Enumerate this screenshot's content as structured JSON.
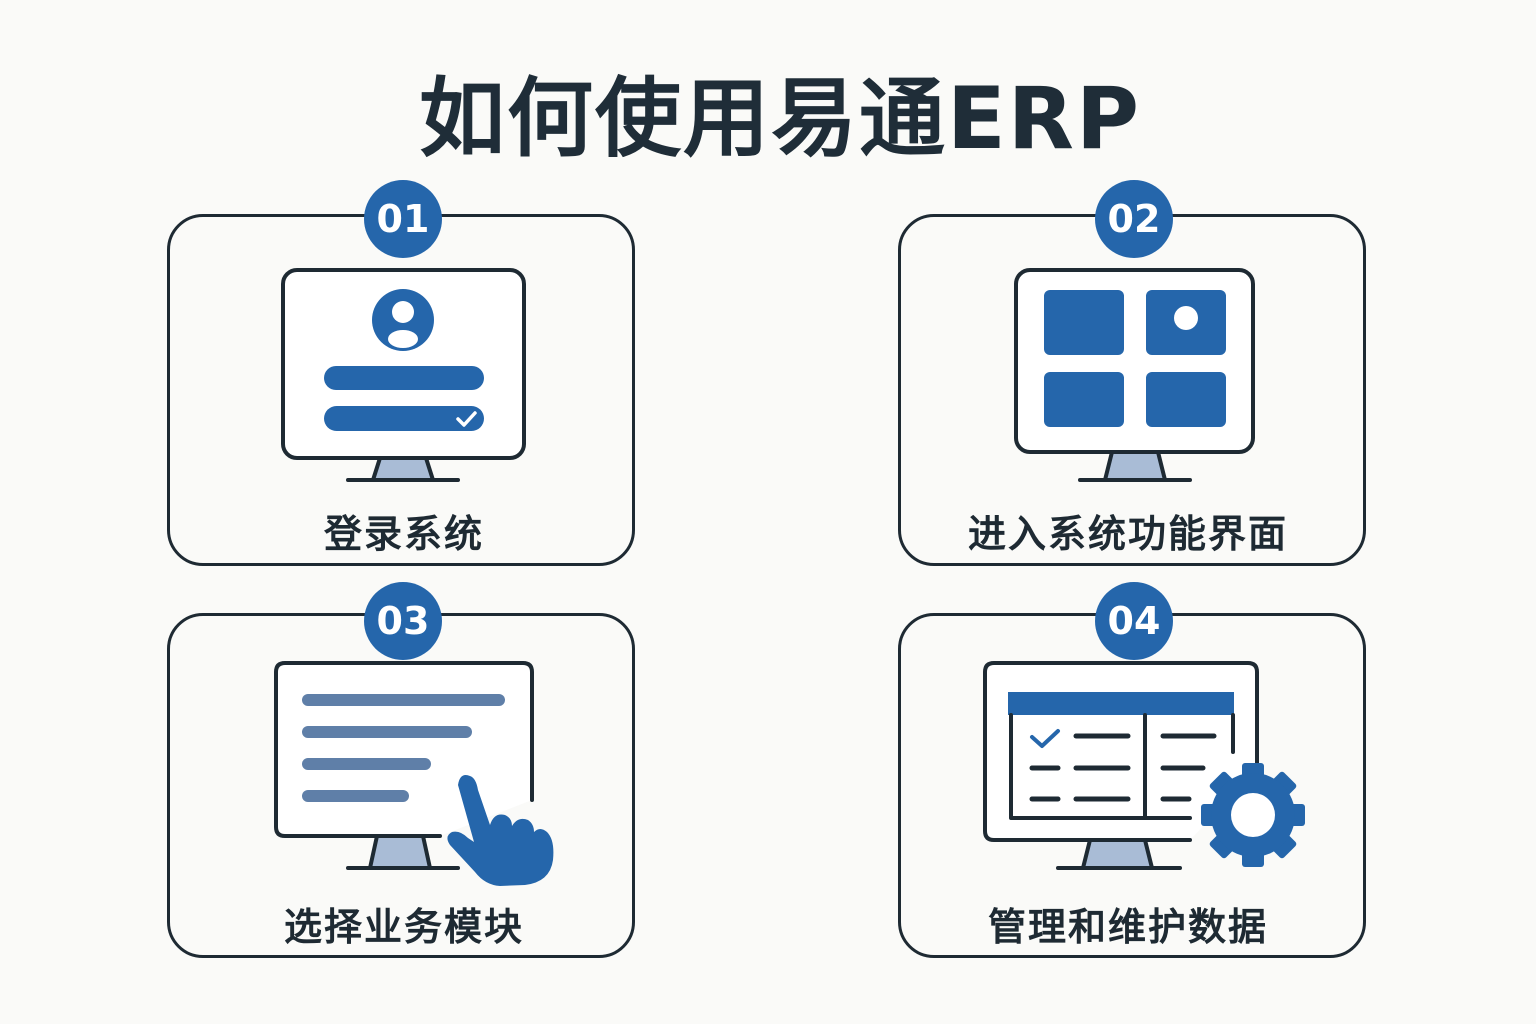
{
  "title": "如何使用易通ERP",
  "steps": [
    {
      "number": "01",
      "label": "登录系统",
      "icon": "login-monitor-icon"
    },
    {
      "number": "02",
      "label": "进入系统功能界面",
      "icon": "dashboard-monitor-icon"
    },
    {
      "number": "03",
      "label": "选择业务模块",
      "icon": "menu-select-monitor-icon"
    },
    {
      "number": "04",
      "label": "管理和维护数据",
      "icon": "data-settings-monitor-icon"
    }
  ],
  "colors": {
    "accent": "#2566ab",
    "outline": "#1e2a33",
    "stand": "#a9bcd6",
    "menu_lines": "#5f7fa8",
    "background": "#fafaf8"
  }
}
